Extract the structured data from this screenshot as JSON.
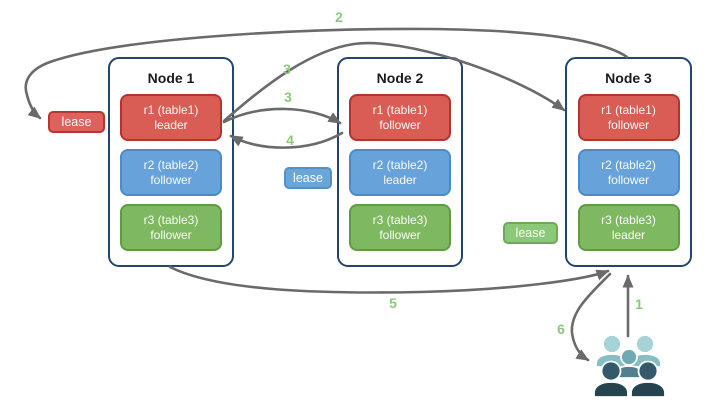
{
  "diagram": {
    "nodes": [
      {
        "title": "Node 1",
        "replicas": [
          {
            "name": "r1 (table1)",
            "role": "leader",
            "color": "#d95c55"
          },
          {
            "name": "r2 (table2)",
            "role": "follower",
            "color": "#67a3da"
          },
          {
            "name": "r3 (table3)",
            "role": "follower",
            "color": "#7eb961"
          }
        ]
      },
      {
        "title": "Node 2",
        "replicas": [
          {
            "name": "r1 (table1)",
            "role": "follower",
            "color": "#d95c55"
          },
          {
            "name": "r2 (table2)",
            "role": "leader",
            "color": "#67a3da"
          },
          {
            "name": "r3 (table3)",
            "role": "follower",
            "color": "#7eb961"
          }
        ]
      },
      {
        "title": "Node 3",
        "replicas": [
          {
            "name": "r1 (table1)",
            "role": "follower",
            "color": "#d95c55"
          },
          {
            "name": "r2 (table2)",
            "role": "follower",
            "color": "#67a3da"
          },
          {
            "name": "r3 (table3)",
            "role": "leader",
            "color": "#7eb961"
          }
        ]
      }
    ],
    "leases": [
      {
        "label": "lease",
        "variant": "red",
        "color": "#dd615c"
      },
      {
        "label": "lease",
        "variant": "blue",
        "color": "#6ba6d8"
      },
      {
        "label": "lease",
        "variant": "green",
        "color": "#8cc87a"
      }
    ],
    "steps": [
      {
        "label": "1"
      },
      {
        "label": "2"
      },
      {
        "label": "3"
      },
      {
        "label": "3"
      },
      {
        "label": "4"
      },
      {
        "label": "5"
      },
      {
        "label": "6"
      }
    ],
    "icons": {
      "users_group": "users-group-icon"
    },
    "colors": {
      "arrow": "#6a6a6a",
      "step_label": "#8cc87c",
      "node_border": "#23456e",
      "users_back": "#85bec4",
      "users_middle": "#51808f",
      "users_front": "#254450"
    }
  }
}
